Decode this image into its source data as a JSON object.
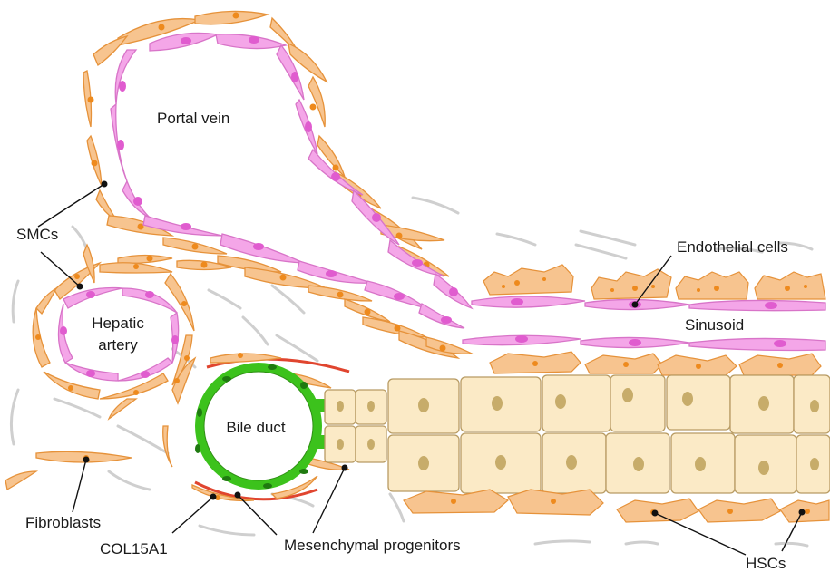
{
  "diagram": {
    "labels": {
      "portal_vein": "Portal vein",
      "smcs": "SMCs",
      "hepatic_artery_line1": "Hepatic",
      "hepatic_artery_line2": "artery",
      "bile_duct": "Bile duct",
      "endothelial_cells": "Endothelial cells",
      "sinusoid": "Sinusoid",
      "fibroblasts": "Fibroblasts",
      "col15a1": "COL15A1",
      "mesenchymal_progenitors": "Mesenchymal progenitors",
      "hscs": "HSCs"
    },
    "colors": {
      "smc_fill": "#f7c48f",
      "smc_stroke": "#e6923a",
      "endothelial_fill": "#f4a6e8",
      "endothelial_stroke": "#d874c8",
      "hepatocyte_fill": "#fbeac6",
      "cholangiocyte_green": "#3cc21c",
      "col15a1_red": "#e0452f",
      "fibers_grey": "#cfcfcf"
    }
  }
}
